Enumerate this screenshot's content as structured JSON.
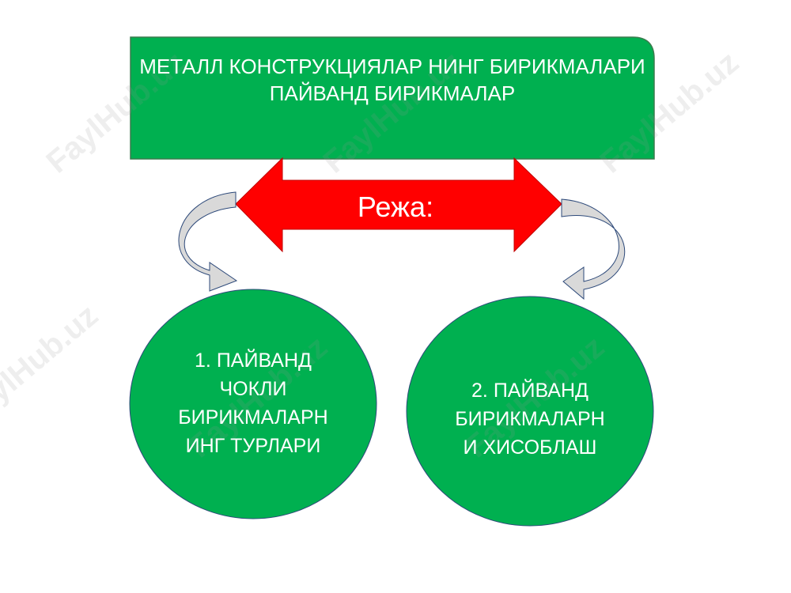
{
  "colors": {
    "green": "#00B050",
    "green_stroke": "#3A7C4E",
    "red": "#FF0000",
    "curve_fill": "#D9D9D9",
    "curve_stroke": "#2E4A7A"
  },
  "header_box": {
    "line1": "МЕТАЛЛ  КОНСТРУКЦИЯЛАР НИНГ БИРИКМАЛАРИ",
    "line2": "ПАЙВАНД  БИРИКМАЛАР"
  },
  "double_arrow": {
    "label": "Режа:"
  },
  "left_circle": {
    "lines": [
      "1. ПАЙВАНД",
      "ЧОКЛИ",
      "БИРИКМАЛАРН",
      "ИНГ ТУРЛАРИ"
    ]
  },
  "right_circle": {
    "lines": [
      "2. ПАЙВАНД",
      "БИРИКМАЛАРН",
      "И ХИСОБЛАШ"
    ]
  },
  "watermark": "FaylHub.uz"
}
